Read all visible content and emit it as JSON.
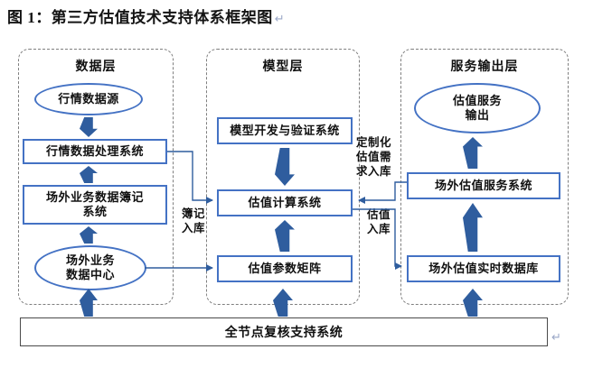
{
  "figure_title": "图 1：第三方估值技术支持体系框架图",
  "return_mark": "↵",
  "layers": {
    "data_layer": {
      "header": "数据层"
    },
    "model_layer": {
      "header": "模型层"
    },
    "service_layer": {
      "header": "服务输出层"
    }
  },
  "nodes": {
    "market_data_source": "行情数据源",
    "market_data_processing": "行情数据处理系统",
    "otc_bookkeeping": "场外业务数据簿记\n系统",
    "otc_data_center": "场外业务\n数据中心",
    "model_dev_validation": "模型开发与验证系统",
    "valuation_calc": "估值计算系统",
    "valuation_param_matrix": "估值参数矩阵",
    "valuation_service_output": "估值服务\n输出",
    "otc_valuation_service": "场外估值服务系统",
    "otc_valuation_realtime_db": "场外估值实时数据库",
    "full_node_review": "全节点复核支持系统"
  },
  "flow_labels": {
    "bookkeeping_in": "簿记\n入库",
    "custom_valuation_demand_in": "定制化\n估值需\n求入库",
    "valuation_in": "估值\n入库"
  },
  "colors": {
    "arrow_blue": "#2f5d9e",
    "shape_border_blue": "#4472c4",
    "dashed_border_gray": "#7f7f7f",
    "text": "#111111"
  }
}
